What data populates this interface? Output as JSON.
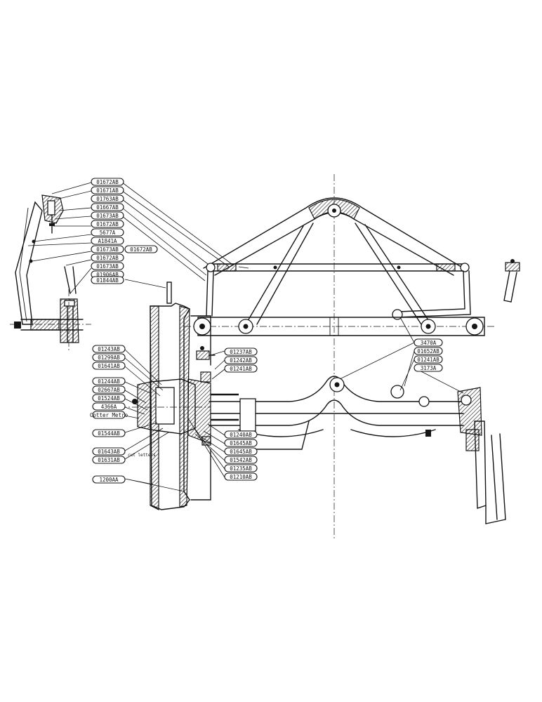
{
  "diagram": {
    "labels_left_steering": [
      "01672AB",
      "01671AB",
      "01763AB",
      "01667AB",
      "01673AB",
      "01672AB",
      "5677A",
      "A1841A",
      "01673AB",
      "01672AB",
      "01673AB",
      "01906AB"
    ],
    "label_left_steering_aside": "01672AB",
    "label_drag_link": "01844AB",
    "labels_front_hub": [
      "01243AB",
      "01299AB",
      "01641AB",
      "01244AB",
      "02667AB",
      "01524AB",
      "4366A",
      "Cotter Metro"
    ],
    "labels_hub_lower": [
      "01544AB",
      "01643AB",
      "01631AB"
    ],
    "label_hub_lower_note": "cut letters",
    "label_wheel": "1200AA",
    "labels_knuckle": [
      "01237AB",
      "01242AB",
      "01241AB"
    ],
    "labels_spindle": [
      "01240AB",
      "01645AB",
      "01645AB",
      "01542AB",
      "01235AB",
      "01210AB"
    ],
    "labels_axle_center": [
      "3470A",
      "01652AB",
      "01241AB",
      "3173A"
    ],
    "colors": {
      "ink": "#151515",
      "paper": "#ffffff"
    }
  }
}
